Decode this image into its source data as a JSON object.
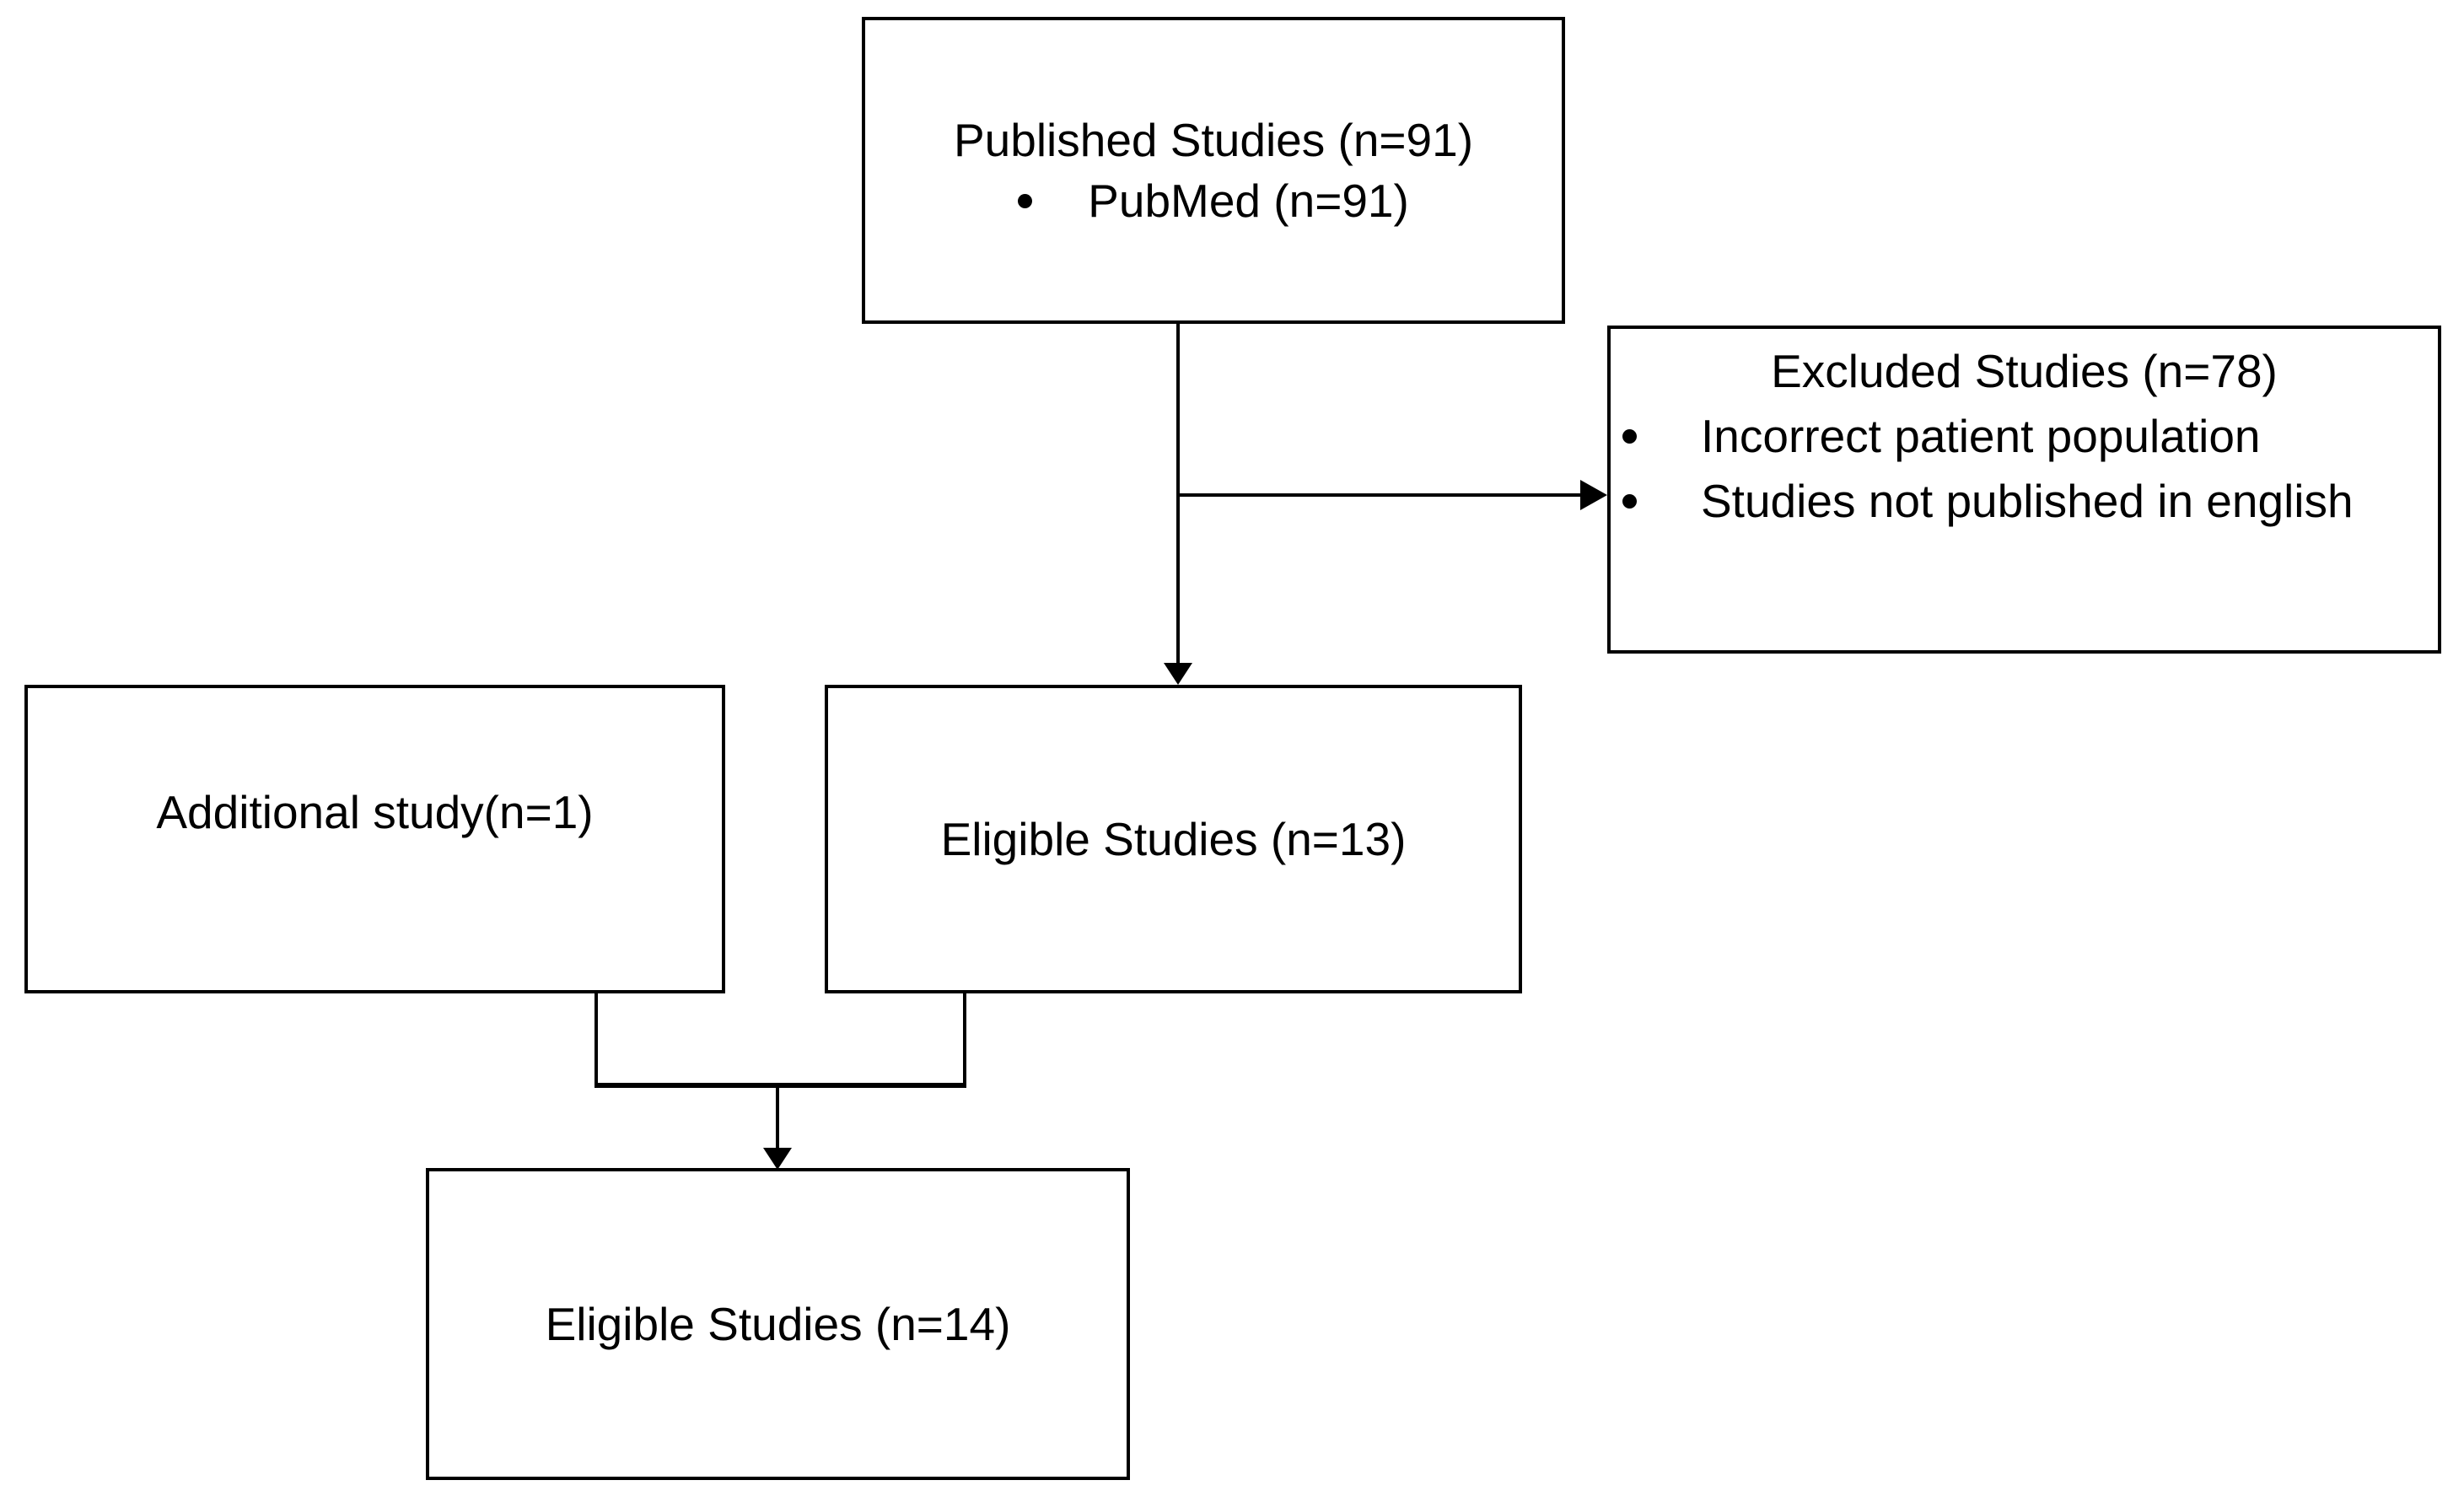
{
  "diagram": {
    "background_color": "#ffffff",
    "line_color": "#000000",
    "boxes": {
      "published": {
        "title": "Published Studies (n=91)",
        "bullets": [
          "PubMed (n=91)"
        ]
      },
      "excluded": {
        "title": "Excluded Studies (n=78)",
        "bullets": [
          "Incorrect patient population",
          "Studies not published in english"
        ]
      },
      "additional": {
        "title": "Additional study(n=1)"
      },
      "eligible_screened": {
        "title": "Eligible Studies (n=13)"
      },
      "eligible_final": {
        "title": "Eligible Studies (n=14)"
      }
    }
  }
}
